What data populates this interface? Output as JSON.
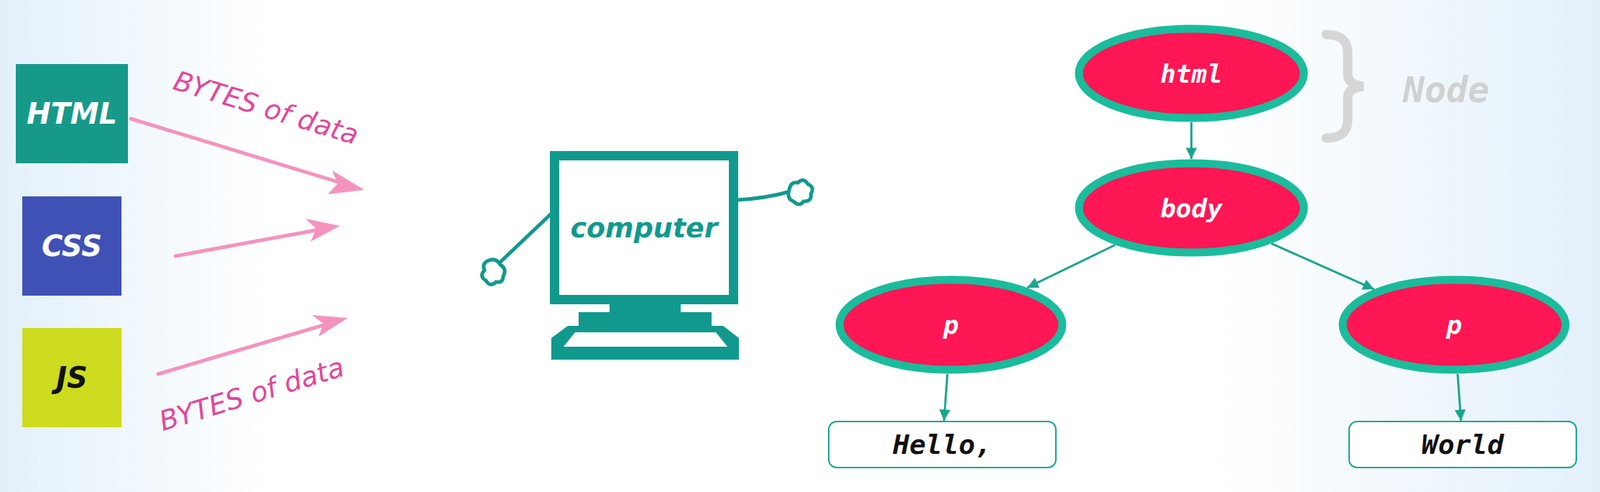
{
  "diagram": {
    "nodes": [
      {
        "text": [
          "HTML"
        ]
      },
      {
        "text": [
          "CSS"
        ]
      },
      {
        "text": [
          "JS"
        ]
      },
      {
        "text": [
          "computer"
        ]
      },
      {
        "text": [
          "html"
        ]
      },
      {
        "text": [
          "body"
        ]
      },
      {
        "text": [
          "p"
        ]
      },
      {
        "text": [
          "p"
        ]
      },
      {
        "text": [
          "Hello,"
        ]
      },
      {
        "text": [
          "World"
        ]
      }
    ],
    "edges": [
      {
        "from": 4,
        "to": 5,
        "arrow": "to"
      },
      {
        "from": 5,
        "to": 6,
        "arrow": "to"
      },
      {
        "from": 5,
        "to": 7,
        "arrow": "to"
      },
      {
        "from": 6,
        "to": 8,
        "arrow": "to"
      },
      {
        "from": 7,
        "to": 9,
        "arrow": "to"
      }
    ],
    "labels": [
      "BYTES of data",
      "BYTES of data",
      "Node"
    ]
  }
}
